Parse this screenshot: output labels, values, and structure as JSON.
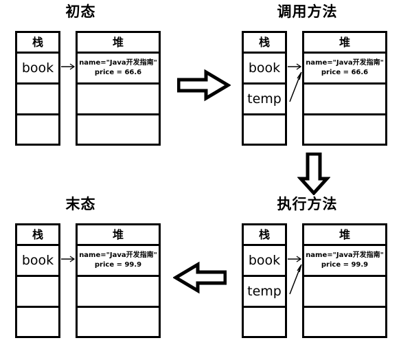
{
  "diagram": {
    "title_top_left": "初态",
    "title_top_right": "调用方法",
    "title_bottom_right": "执行方法",
    "title_bottom_left": "末态",
    "stack_header": "栈",
    "heap_header": "堆",
    "var_book": "book",
    "var_temp": "temp",
    "object_name_line": "name=\"Java开发指南\"",
    "object_price_initial": "price = 66.6",
    "object_price_updated": "price = 99.9",
    "colors": {
      "stroke": "#000000",
      "background": "#ffffff"
    }
  },
  "panels": {
    "initial": {
      "title": "初态",
      "stack": {
        "header": "栈",
        "slots": [
          "book",
          "",
          ""
        ]
      },
      "heap": {
        "header": "堆",
        "object": {
          "name": "name=\"Java开发指南\"",
          "price": "price = 66.6"
        },
        "slots": [
          "",
          ""
        ]
      }
    },
    "call_method": {
      "title": "调用方法",
      "stack": {
        "header": "栈",
        "slots": [
          "book",
          "temp",
          ""
        ]
      },
      "heap": {
        "header": "堆",
        "object": {
          "name": "name=\"Java开发指南\"",
          "price": "price = 66.6"
        },
        "slots": [
          "",
          ""
        ]
      }
    },
    "execute_method": {
      "title": "执行方法",
      "stack": {
        "header": "栈",
        "slots": [
          "book",
          "temp",
          ""
        ]
      },
      "heap": {
        "header": "堆",
        "object": {
          "name": "name=\"Java开发指南\"",
          "price": "price = 99.9"
        },
        "slots": [
          "",
          ""
        ]
      }
    },
    "final": {
      "title": "末态",
      "stack": {
        "header": "栈",
        "slots": [
          "book",
          "",
          ""
        ]
      },
      "heap": {
        "header": "堆",
        "object": {
          "name": "name=\"Java开发指南\"",
          "price": "price = 99.9"
        },
        "slots": [
          "",
          ""
        ]
      }
    }
  },
  "flow_arrows": [
    {
      "name": "arrow-initial-to-call",
      "direction": "right"
    },
    {
      "name": "arrow-call-to-execute",
      "direction": "down"
    },
    {
      "name": "arrow-execute-to-final",
      "direction": "left"
    }
  ]
}
